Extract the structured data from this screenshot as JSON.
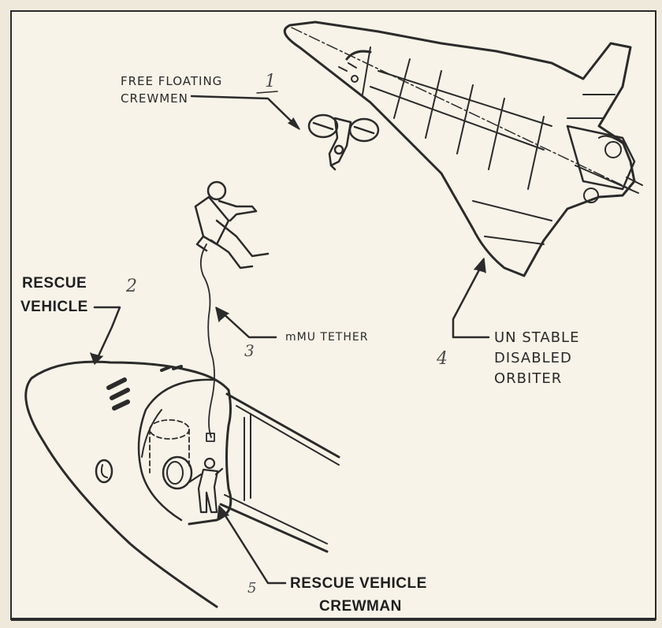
{
  "colors": {
    "paper": "#f7f3e8",
    "ink": "#2b2b2b",
    "background": "#efe9dc"
  },
  "labels": {
    "free_floating_line1": "FREE FLOATING",
    "free_floating_line2": "CREWMEN",
    "rescue_vehicle_line1": "RESCUE",
    "rescue_vehicle_line2": "VEHICLE",
    "mmu_tether": "mMU TETHER",
    "unstable_line1": "UN STABLE",
    "unstable_line2": "DISABLED",
    "unstable_line3": "ORBITER",
    "crewman_line1": "RESCUE VEHICLE",
    "crewman_line2": "CREWMAN"
  },
  "callout_numbers": {
    "n1": "1",
    "n2": "2",
    "n3": "3",
    "n4": "4",
    "n5": "5"
  },
  "icons": [
    "orbiter-drawing",
    "free-floating-crewman-drawing",
    "mmu-astronaut-drawing",
    "rescue-vehicle-drawing",
    "rescue-crewman-drawing"
  ]
}
